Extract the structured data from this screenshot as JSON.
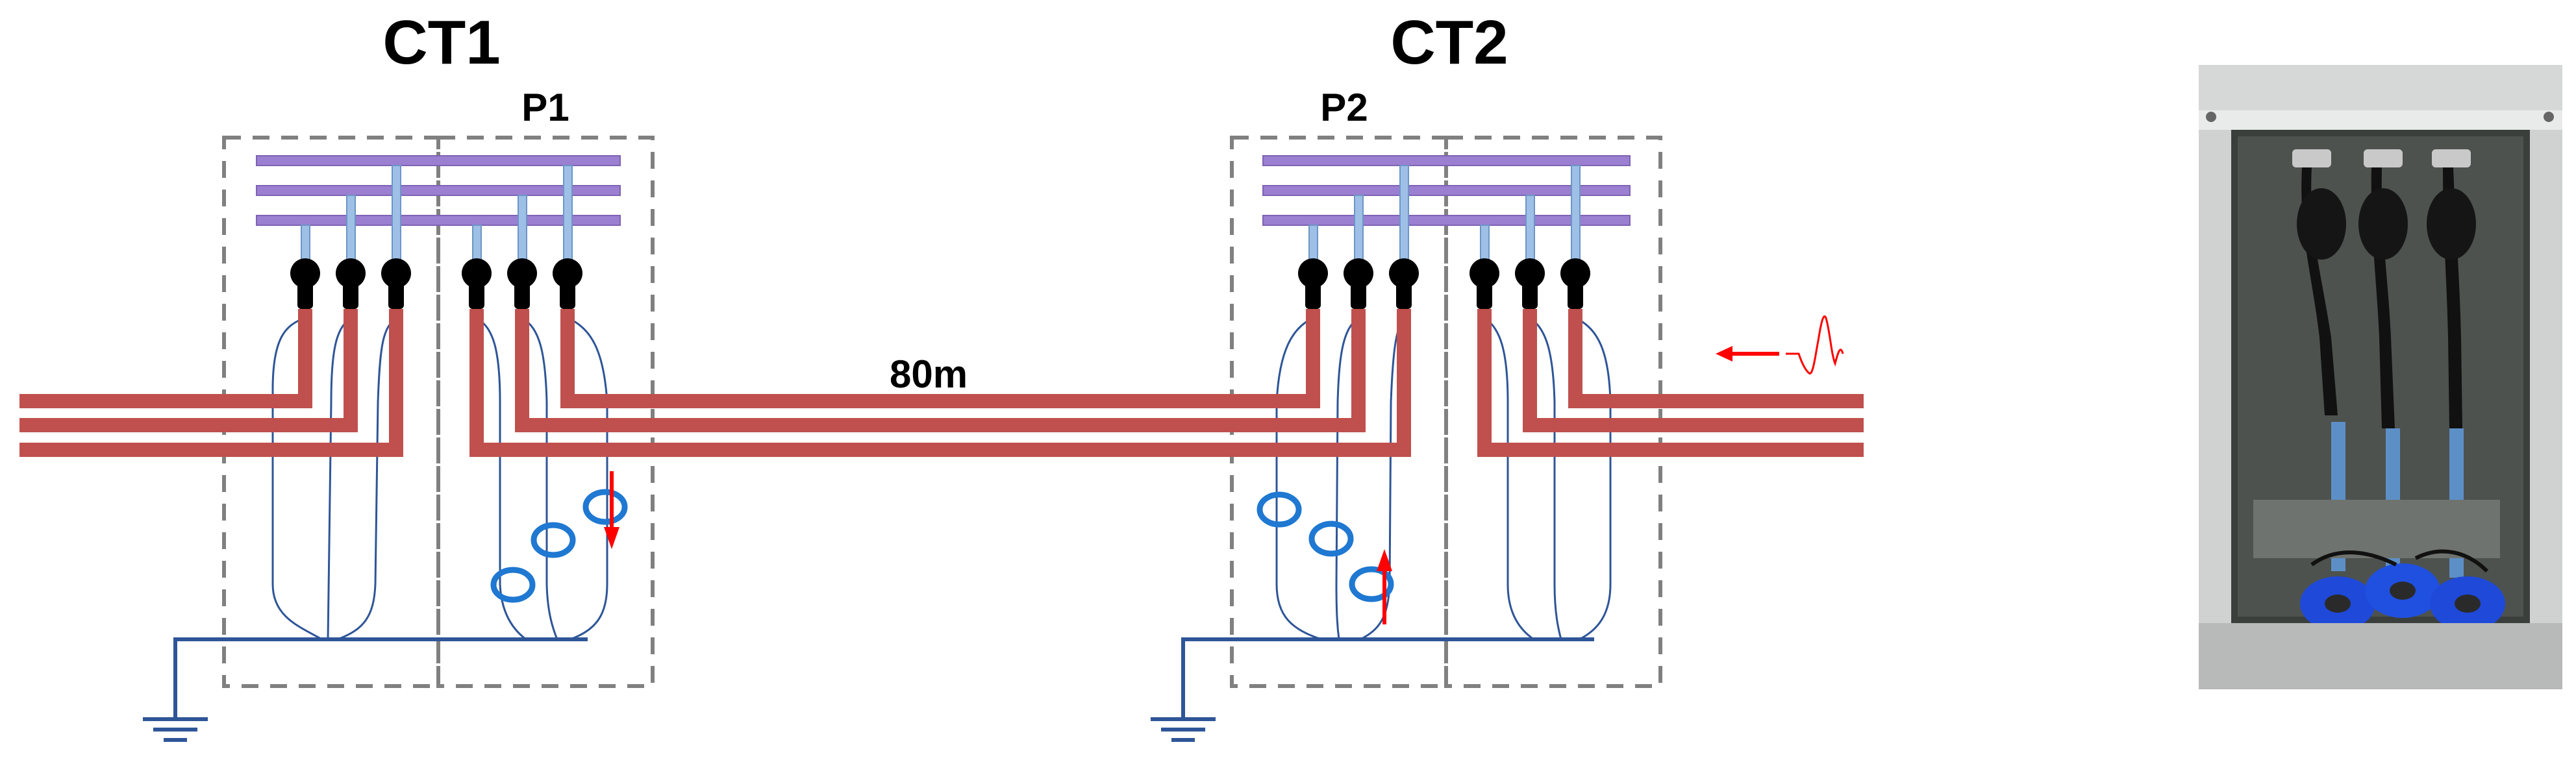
{
  "labels": {
    "ct1": "CT1",
    "ct2": "CT2",
    "p1": "P1",
    "p2": "P2",
    "distance": "80m"
  },
  "colors": {
    "cable": "#c0504d",
    "busbar": "#9b7fd0",
    "earth_conductor": "#2e5597",
    "current_transformer": "#1f78d1",
    "arrow": "#ff0000",
    "enclosure_border": "#808080"
  },
  "icons": {
    "ground": "ground-icon",
    "incoming_pulse": "pulse-waveform-icon",
    "cable_terminations": "termination-icon",
    "current_transformers": "ct-ring-icon"
  },
  "photo": {
    "subject": "photo-of-cabinet-with-cable-terminations-and-ct-clamps"
  }
}
